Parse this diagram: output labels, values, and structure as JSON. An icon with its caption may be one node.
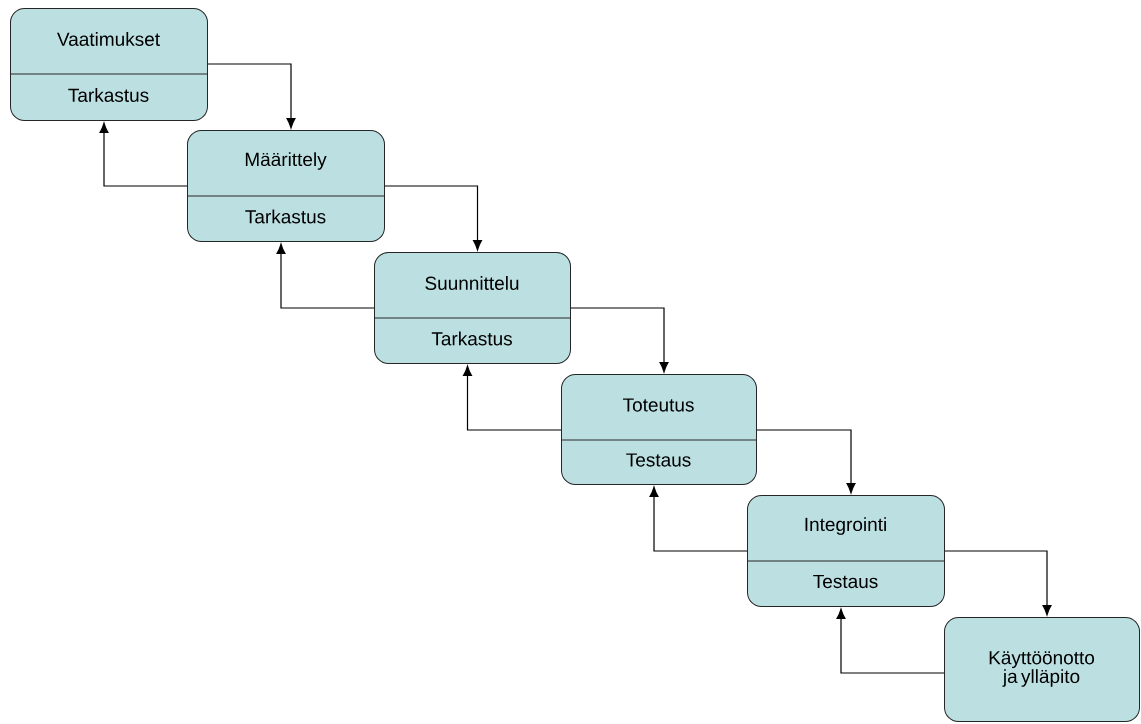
{
  "diagram": {
    "nodes": [
      {
        "text": [
          "Vaatimukset",
          "Tarkastus"
        ]
      },
      {
        "text": [
          "Määrittely",
          "Tarkastus"
        ]
      },
      {
        "text": [
          "Suunnittelu",
          "Tarkastus"
        ]
      },
      {
        "text": [
          "Toteutus",
          "Testaus"
        ]
      },
      {
        "text": [
          "Integrointi",
          "Testaus"
        ]
      },
      {
        "text": [
          "Käyttöönotto ja ylläpito"
        ]
      }
    ],
    "edges": [
      {
        "from": 0,
        "to": 1,
        "arrow": "to"
      },
      {
        "from": 1,
        "to": 0,
        "arrow": "to"
      },
      {
        "from": 1,
        "to": 2,
        "arrow": "to"
      },
      {
        "from": 2,
        "to": 1,
        "arrow": "to"
      },
      {
        "from": 2,
        "to": 3,
        "arrow": "to"
      },
      {
        "from": 3,
        "to": 2,
        "arrow": "to"
      },
      {
        "from": 3,
        "to": 4,
        "arrow": "to"
      },
      {
        "from": 4,
        "to": 3,
        "arrow": "to"
      },
      {
        "from": 4,
        "to": 5,
        "arrow": "to"
      },
      {
        "from": 5,
        "to": 4,
        "arrow": "to"
      }
    ]
  }
}
